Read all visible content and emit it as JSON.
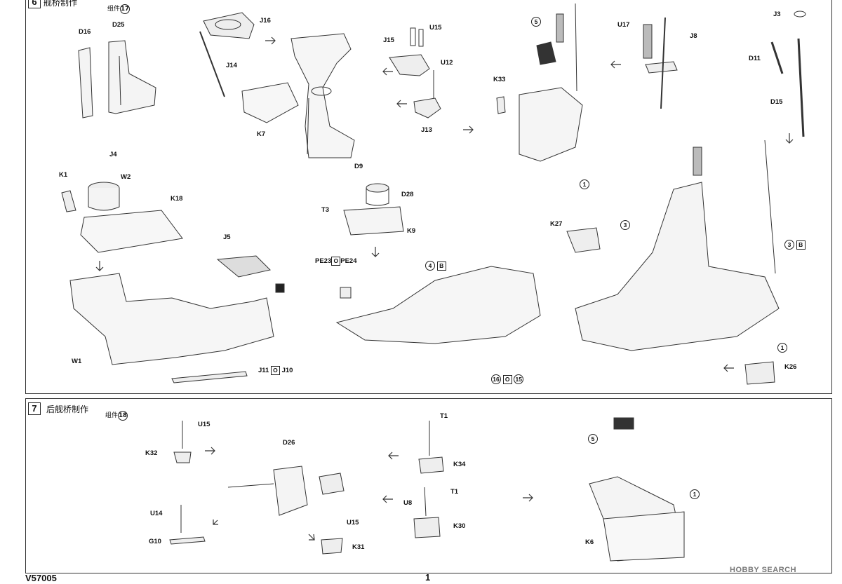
{
  "step6": {
    "number": "6",
    "title": "舰桥制作",
    "assembly_note": "组件",
    "assembly_num": "17",
    "parts": {
      "D16": "D16",
      "D25": "D25",
      "J16": "J16",
      "J14": "J14",
      "K7": "K7",
      "U15": "U15",
      "J15": "J15",
      "U12": "U12",
      "J13": "J13",
      "K33": "K33",
      "U17": "U17",
      "J8": "J8",
      "J3": "J3",
      "D11": "D11",
      "D15": "D15",
      "J4": "J4",
      "K1": "K1",
      "W2": "W2",
      "K18": "K18",
      "J5": "J5",
      "W1": "W1",
      "J11": "J11",
      "J10": "J10",
      "D9": "D9",
      "T3": "T3",
      "D28": "D28",
      "K9": "K9",
      "PE23": "PE23",
      "PE24": "PE24",
      "K27": "K27",
      "K26": "K26"
    },
    "callouts": {
      "c5": "5",
      "c4": "4",
      "cB1": "B",
      "c1a": "1",
      "c3a": "3",
      "c3b": "3",
      "cB2": "B",
      "c1b": "1",
      "c16": "16",
      "cO1": "O",
      "c15": "15",
      "cO2": "O",
      "cO3": "O"
    }
  },
  "step7": {
    "number": "7",
    "title": "后舰桥制作",
    "assembly_note": "组件",
    "assembly_num": "18",
    "parts": {
      "U15a": "U15",
      "K32": "K32",
      "D26": "D26",
      "U14": "U14",
      "G10": "G10",
      "U15b": "U15",
      "K31": "K31",
      "T1a": "T1",
      "K34": "K34",
      "T1b": "T1",
      "U8": "U8",
      "K30": "K30",
      "K6": "K6"
    },
    "callouts": {
      "c5": "5",
      "c1": "1"
    }
  },
  "footer": {
    "code": "V57005",
    "page": "1",
    "watermark": "HOBBY SEARCH"
  }
}
